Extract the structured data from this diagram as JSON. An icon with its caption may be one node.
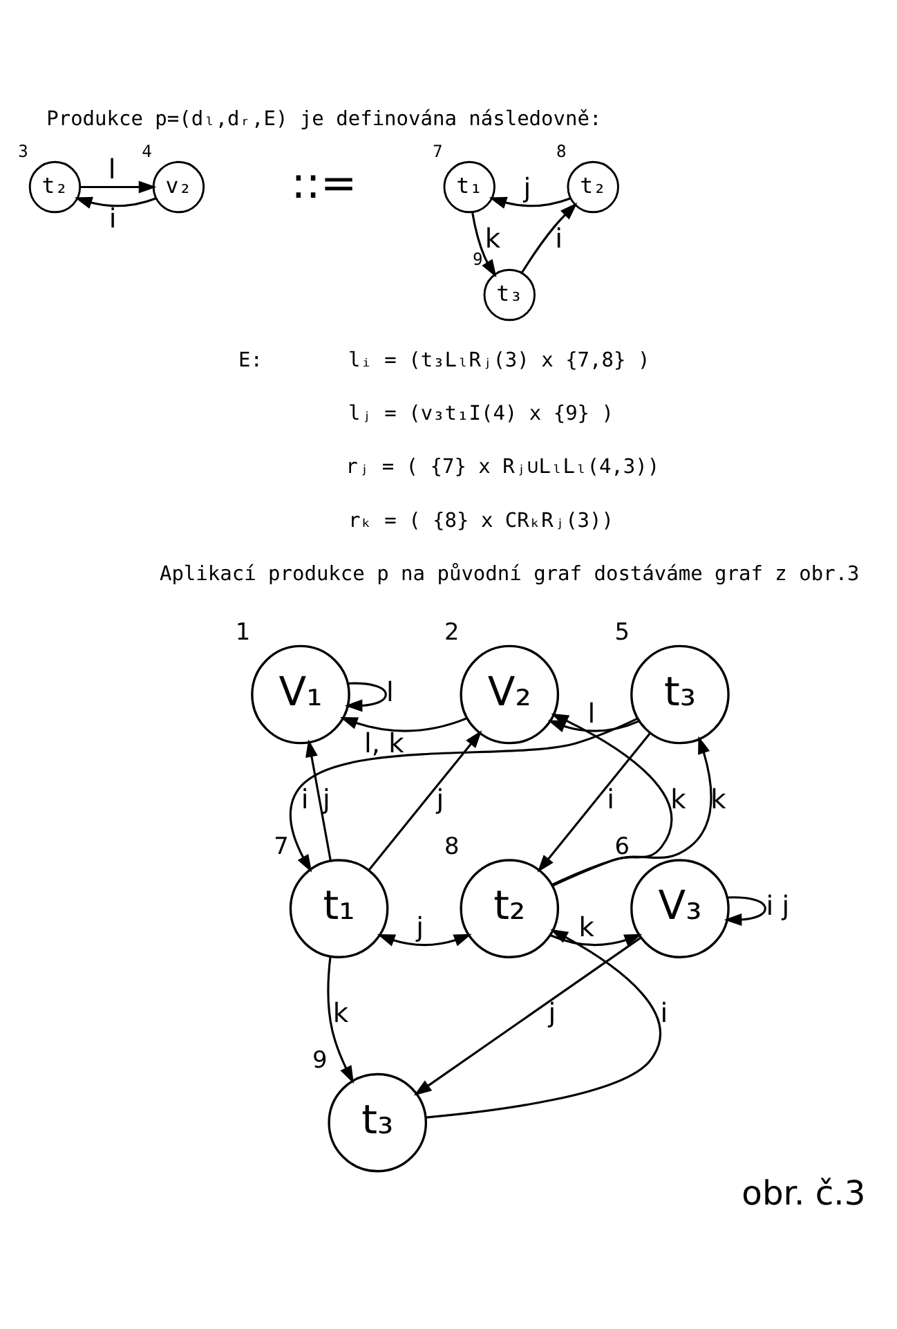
{
  "diagram": {
    "caption": "obr. č.3",
    "nodes": [
      {
        "text": [
          "t₂"
        ],
        "beside": [
          "3"
        ]
      },
      {
        "text": [
          "v₂"
        ],
        "beside": [
          "4"
        ]
      },
      {
        "text": [
          "t₁"
        ],
        "beside": [
          "7"
        ]
      },
      {
        "text": [
          "t₂"
        ],
        "beside": [
          "8"
        ]
      },
      {
        "text": [
          "t₃"
        ],
        "beside": [
          "9"
        ]
      },
      {
        "text": [
          "V₁"
        ],
        "beside": [
          "1"
        ]
      },
      {
        "text": [
          "V₂"
        ],
        "beside": [
          "2"
        ]
      },
      {
        "text": [
          "t₃"
        ],
        "beside": [
          "5"
        ]
      },
      {
        "text": [
          "t₁"
        ],
        "beside": [
          "7"
        ]
      },
      {
        "text": [
          "t₂"
        ],
        "beside": [
          "8"
        ]
      },
      {
        "text": [
          "V₃"
        ],
        "beside": [
          "6"
        ]
      },
      {
        "text": [
          "t₃"
        ],
        "beside": [
          "9"
        ]
      }
    ],
    "edges": [
      {
        "from": 1,
        "to": 0,
        "label": "i",
        "arrow": "to"
      },
      {
        "from": 0,
        "to": 1,
        "label": "l",
        "arrow": "to"
      },
      {
        "from": 3,
        "to": 2,
        "label": "j",
        "arrow": "to"
      },
      {
        "from": 2,
        "to": 4,
        "label": "k",
        "arrow": "to"
      },
      {
        "from": 4,
        "to": 3,
        "label": "i",
        "arrow": "to"
      },
      {
        "from": 5,
        "to": 5,
        "label": "l",
        "arrow": "to"
      },
      {
        "from": 6,
        "to": 5,
        "label": "l, k",
        "arrow": "to"
      },
      {
        "from": 7,
        "to": 6,
        "label": "l",
        "arrow": "to"
      },
      {
        "from": 8,
        "to": 5,
        "label": "j",
        "arrow": "to"
      },
      {
        "from": 8,
        "to": 6,
        "label": "j",
        "arrow": "to"
      },
      {
        "from": 9,
        "to": 6,
        "label": "k",
        "arrow": "to"
      },
      {
        "from": 7,
        "to": 9,
        "label": "i",
        "arrow": "to"
      },
      {
        "from": 9,
        "to": 7,
        "label": "k",
        "arrow": "to"
      },
      {
        "from": 8,
        "to": 9,
        "label": "j",
        "arrow": "both"
      },
      {
        "from": 9,
        "to": 10,
        "label": "k",
        "arrow": "to"
      },
      {
        "from": 10,
        "to": 10,
        "label": "i j",
        "arrow": "to"
      },
      {
        "from": 10,
        "to": 11,
        "label": "j",
        "arrow": "to"
      },
      {
        "from": 8,
        "to": 11,
        "label": "k",
        "arrow": "to"
      },
      {
        "from": 11,
        "to": 9,
        "label": "i",
        "arrow": "to"
      },
      {
        "from": 7,
        "to": 8,
        "label": "i",
        "arrow": "to"
      }
    ],
    "labels": [
      "Produkce p=(dₗ,dᵣ,E) je definována následovně:",
      "::=",
      "E:",
      "lᵢ = (t₃LₗRⱼ(3) x {7,8} )",
      "lⱼ = (v₃t₁I(4) x {9} )",
      "rⱼ = ( {7} x Rⱼ∪LₗLₗ(4,3))",
      "rₖ = ( {8} x CRₖRⱼ(3))",
      "Aplikací produkce p na původní graf dostáváme graf z obr.3"
    ]
  }
}
